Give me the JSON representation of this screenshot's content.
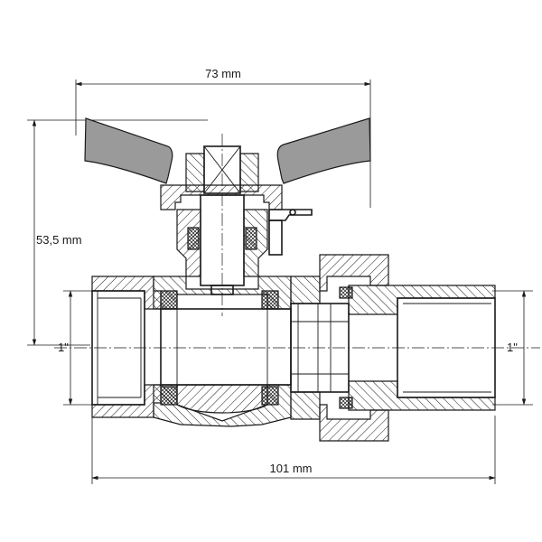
{
  "dimensions": {
    "width_top": "73 mm",
    "height_left": "53,5 mm",
    "width_bottom": "101 mm",
    "thread_left": "1\"",
    "thread_right": "1\""
  }
}
